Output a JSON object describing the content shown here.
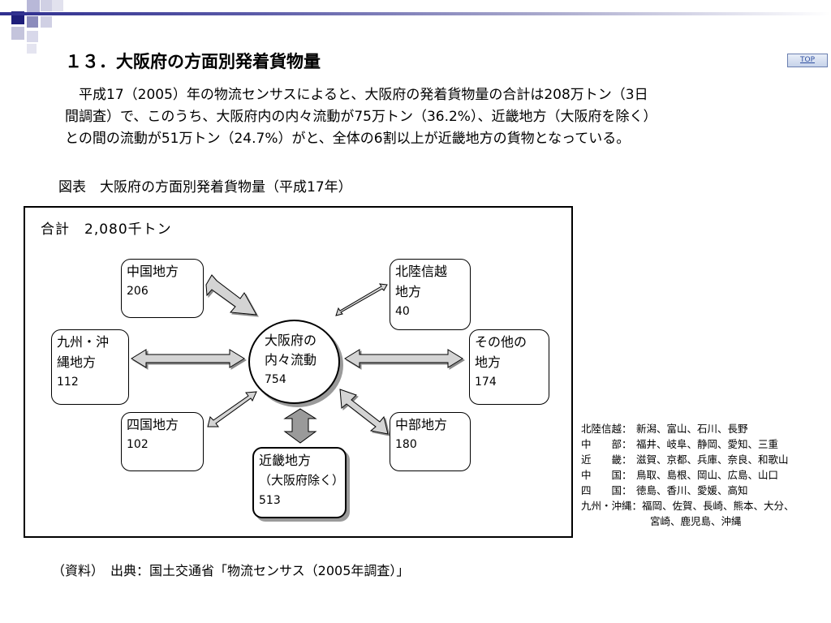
{
  "header": {
    "title": "１３．大阪府の方面別発着貨物量",
    "top_link": "TOP"
  },
  "intro_lines": [
    "　平成17（2005）年の物流センサスによると、大阪府の発着貨物量の合計は208万トン（3日",
    "間調査）で、このうち、大阪府内の内々流動が75万トン（36.2%）、近畿地方（大阪府を除く）",
    "との間の流動が51万トン（24.7%）がと、全体の6割以上が近畿地方の貨物となっている。"
  ],
  "figure": {
    "title": "図表　大阪府の方面別発着貨物量（平成17年）",
    "total": "合計　2,080千トン",
    "center": {
      "label_lines": [
        "大阪府の",
        "内々流動"
      ],
      "value": "754"
    },
    "regions": {
      "chugoku": {
        "label_lines": [
          "中国地方"
        ],
        "value": "206"
      },
      "hokuriku": {
        "label_lines": [
          "北陸信越",
          "地方"
        ],
        "value": "40"
      },
      "kyushu": {
        "label_lines": [
          "九州・沖",
          "縄地方"
        ],
        "value": "112"
      },
      "other": {
        "label_lines": [
          "その他の",
          "地方"
        ],
        "value": "174"
      },
      "shikoku": {
        "label_lines": [
          "四国地方"
        ],
        "value": "102"
      },
      "chubu": {
        "label_lines": [
          "中部地方"
        ],
        "value": "180"
      },
      "kinki": {
        "label_lines": [
          "近畿地方",
          "（大阪府除く）"
        ],
        "value": "513"
      }
    }
  },
  "legend": [
    {
      "key": "北陸信越：",
      "value": "新潟、富山、石川、長野"
    },
    {
      "key": "中　　部：",
      "value": "福井、岐阜、静岡、愛知、三重"
    },
    {
      "key": "近　　畿：",
      "value": "滋賀、京都、兵庫、奈良、和歌山"
    },
    {
      "key": "中　　国：",
      "value": "鳥取、島根、岡山、広島、山口"
    },
    {
      "key": "四　　国：",
      "value": "徳島、香川、愛媛、高知"
    },
    {
      "key": "九州・沖縄：",
      "value": "福岡、佐賀、長崎、熊本、大分、"
    },
    {
      "key": "",
      "value": "宮崎、鹿児島、沖縄"
    }
  ],
  "source": "（資料）　出典：国土交通省「物流センサス（2005年調査）」",
  "colors": {
    "arrow_fill": "#d4d4d4",
    "kinki_arrow_fill": "#9a9a9a",
    "deco_navy": "#2f2f8f",
    "deco_light": "#b8b8d8"
  }
}
